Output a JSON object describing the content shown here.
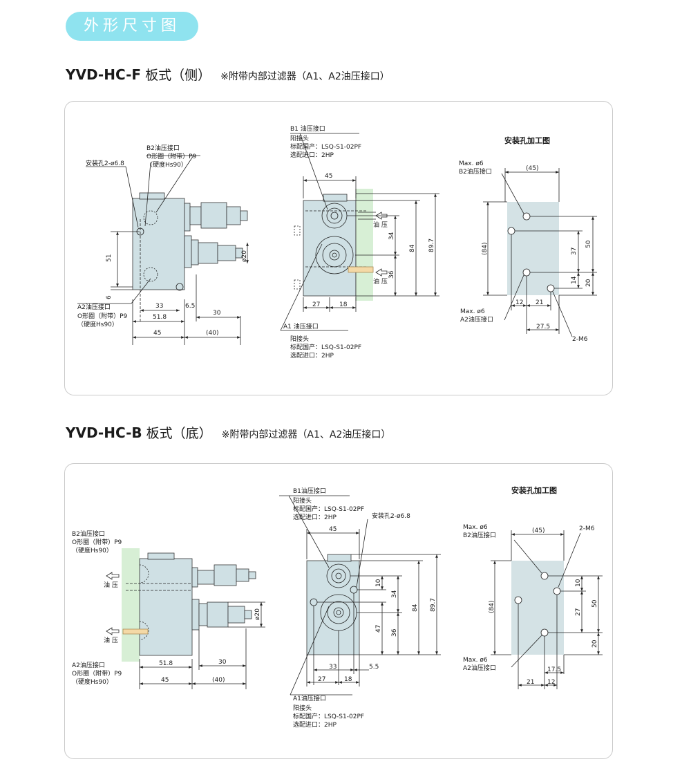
{
  "header_tag": "外形尺寸图",
  "section_f": {
    "model": "YVD-HC-F",
    "kind": "板式（侧）",
    "note": "※附带内部过滤器（A1、A2油压接口）",
    "side": {
      "b2_label": "B2油压接口",
      "oring_label": "O形圈（附带）P9",
      "hardness_label": "（硬度Hs90）",
      "mount_label": "安装孔2-ø6.8",
      "a2_label": "A2油压接口",
      "a2_oring_label": "O形圈（附带）P9",
      "a2_hardness_label": "（硬度Hs90）",
      "dims": {
        "d51": "51",
        "d6": "6",
        "d33": "33",
        "d6_5": "6.5",
        "d51_8": "51.8",
        "d30": "30",
        "d45": "45",
        "d40": "(40)",
        "phi20": "ø20"
      }
    },
    "front": {
      "b1_title": "B1 油压接口",
      "b1_l1": "阳接头",
      "b1_l2": "标配国产：LSQ-S1-02PF",
      "b1_l3": "选配进口：2HP",
      "a1_title": "A1 油压接口",
      "a1_l1": "阳接头",
      "a1_l2": "标配国产：LSQ-S1-02PF",
      "a1_l3": "选配进口：2HP",
      "arrow_label_1": "油  压",
      "arrow_label_2": "油  压",
      "dims": {
        "d45": "45",
        "d34": "34",
        "d36": "36",
        "d84": "84",
        "d89_7": "89.7",
        "d27": "27",
        "d18": "18"
      }
    },
    "mount": {
      "title": "安装孔加工图",
      "b2_max": "Max. ø6",
      "b2_label": "B2油压接口",
      "a2_max": "Max. ø6",
      "a2_label": "A2油压接口",
      "tap_label": "2-M6",
      "dims": {
        "d45": "(45)",
        "d84": "(84)",
        "d37": "37",
        "d50": "50",
        "d14": "14",
        "d20": "20",
        "d12": "12",
        "d21": "21",
        "d27_5": "27.5"
      }
    }
  },
  "section_b": {
    "model": "YVD-HC-B",
    "kind": "板式（底）",
    "note": "※附带内部过滤器（A1、A2油压接口）",
    "side": {
      "b2_label": "B2油压接口",
      "oring_label": "O形圈（附带）P9",
      "hardness_label": "（硬度Hs90）",
      "a2_label": "A2油压接口",
      "a2_oring_label": "O形圈（附带）P9",
      "a2_hardness_label": "（硬度Hs90）",
      "arrow_label_1": "油  压",
      "arrow_label_2": "油  压",
      "dims": {
        "d51_8": "51.8",
        "d30": "30",
        "d45": "45",
        "d40": "(40)",
        "phi20": "ø20"
      }
    },
    "front": {
      "b1_title": "B1油压接口",
      "b1_l1": "阳接头",
      "b1_l2": "标配国产：LSQ-S1-02PF",
      "b1_l3": "选配进口：2HP",
      "mount_label": "安装孔2-ø6.8",
      "a1_title": "A1油压接口",
      "a1_l1": "阳接头",
      "a1_l2": "标配国产：LSQ-S1-02PF",
      "a1_l3": "选配进口：2HP",
      "dims": {
        "d45": "45",
        "d10": "10",
        "d34": "34",
        "d84": "84",
        "d89_7": "89.7",
        "d47": "47",
        "d36": "36",
        "d33": "33",
        "d5_5": "5.5",
        "d27": "27",
        "d18": "18"
      }
    },
    "mount": {
      "title": "安装孔加工图",
      "b2_max": "Max. ø6",
      "b2_label": "B2油压接口",
      "a2_max": "Max. ø6",
      "a2_label": "A2油压接口",
      "tap_label": "2-M6",
      "dims": {
        "d45": "(45)",
        "d84": "(84)",
        "d10": "10",
        "d27": "27",
        "d50": "50",
        "d20": "20",
        "d17_5": "17.5",
        "d21": "21",
        "d12": "12"
      }
    }
  }
}
